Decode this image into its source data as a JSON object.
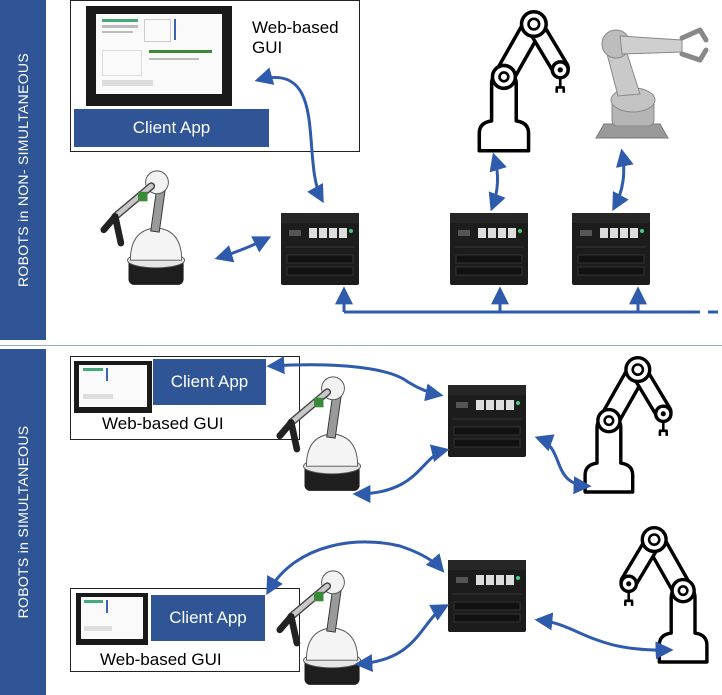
{
  "sections": {
    "non_simultaneous": {
      "label": "ROBOTS in NON- SIMULTANEOUS"
    },
    "simultaneous": {
      "label": "ROBOTS in SIMULTANEOUS"
    }
  },
  "clients": [
    {
      "app_label": "Client App",
      "gui_label": "Web-based GUI",
      "gui_label_top": "Web-based",
      "gui_label_bottom": "GUI"
    },
    {
      "app_label": "Client App",
      "gui_label": "Web-based GUI"
    },
    {
      "app_label": "Client App",
      "gui_label": "Web-based GUI"
    }
  ],
  "colors": {
    "accent": "#2f5597",
    "arrow": "#2e5bab"
  }
}
